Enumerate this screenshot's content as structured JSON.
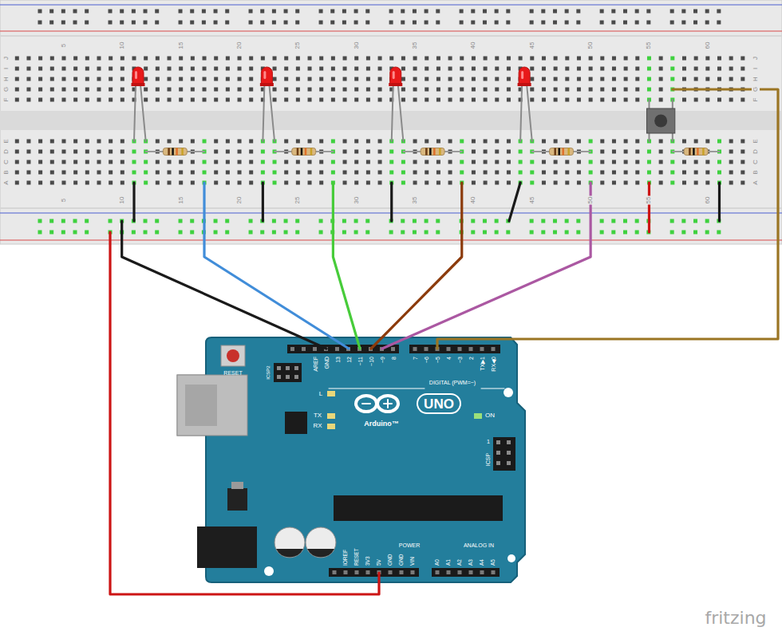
{
  "diagram": {
    "labels": [
      "5",
      "10",
      "15",
      "20",
      "25",
      "30",
      "35",
      "40",
      "45",
      "50",
      "55",
      "60",
      "5",
      "10",
      "15",
      "20",
      "25",
      "30",
      "35",
      "40",
      "45",
      "50",
      "55",
      "60",
      "J",
      "I",
      "H",
      "G",
      "F",
      "E",
      "D",
      "C",
      "B",
      "A",
      "J",
      "I",
      "H",
      "G",
      "F",
      "E",
      "D",
      "C",
      "B",
      "A",
      "RESET",
      "ICSP2",
      "AREF",
      "GND",
      "13",
      "12",
      "~11",
      "~10",
      "~9",
      "8",
      "7",
      "~6",
      "~5",
      "4",
      "~3",
      "2",
      "TX▶1",
      "RX◀0",
      "DIGITAL (PWM=~)",
      "L",
      "TX",
      "RX",
      "UNO",
      "Arduino™",
      "ON",
      "1",
      "ICSP",
      "IOREF",
      "RESET",
      "3V3",
      "5V",
      "GND",
      "GND",
      "VIN",
      "POWER",
      "ANALOG IN",
      "A0",
      "A1",
      "A2",
      "A3",
      "A4",
      "A5",
      "fritzing"
    ]
  }
}
